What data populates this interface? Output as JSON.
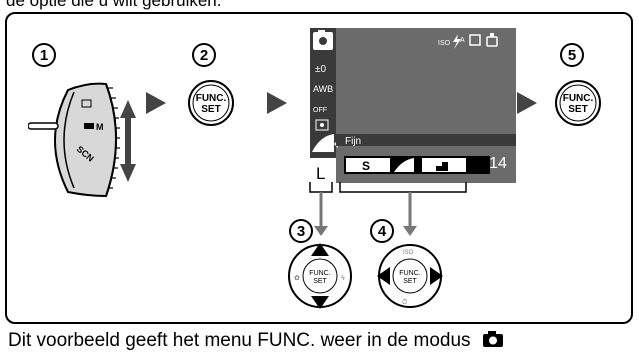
{
  "top_caption": "de optie die u wilt gebruiken.",
  "steps": [
    "1",
    "2",
    "3",
    "4",
    "5"
  ],
  "func_set_button": {
    "line1": "FUNC.",
    "line2": "SET"
  },
  "dial": {
    "label_m": "M",
    "label_scn": "SCN"
  },
  "lcd": {
    "left_column": [
      "±0",
      "AWB",
      "OFF",
      "L"
    ],
    "top_right_icons": [
      "ISO AUTO",
      "flash-auto",
      "drive-single",
      "camera-mode"
    ],
    "quality_label": "Fijn",
    "shots_remaining": "14",
    "left_icons": [
      "camera-mode-icon",
      "exposure-comp",
      "white-balance",
      "flash-off",
      "metering",
      "compression",
      "resolution"
    ]
  },
  "controller": {
    "center_label": "FUNC.\nSET",
    "center_line1": "FUNC.",
    "center_line2": "SET"
  },
  "bottom_caption": "Dit voorbeeld geeft het menu FUNC. weer in de modus",
  "bottom_caption_icon": "camera-mode-icon"
}
